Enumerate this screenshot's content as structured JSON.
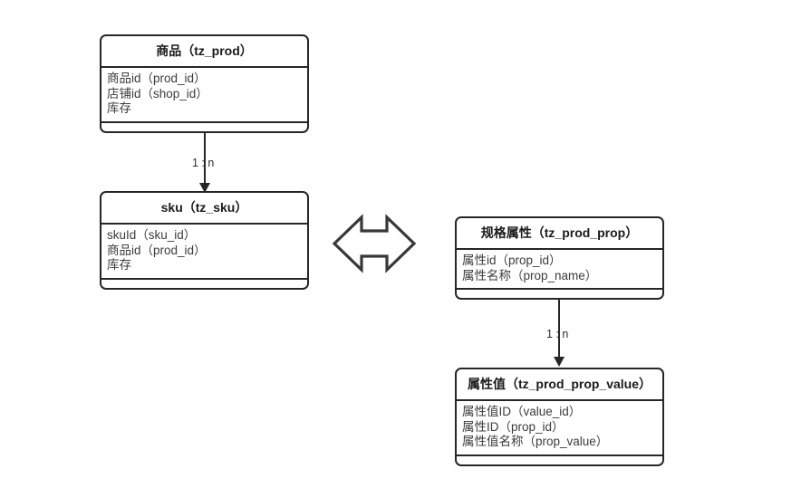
{
  "diagram": {
    "title_visible": false,
    "stroke_color": "#262626",
    "text_color": "#3c3c3c",
    "header_text_color": "#1a1a1a",
    "background": "#ffffff"
  },
  "entities": [
    {
      "key": "tz_prod",
      "header": "商品（tz_prod）",
      "attributes": [
        "商品id（prod_id）",
        "店铺id（shop_id）",
        "库存"
      ],
      "footer": ""
    },
    {
      "key": "tz_sku",
      "header": "sku（tz_sku）",
      "attributes": [
        "skuId（sku_id）",
        "商品id（prod_id）",
        "库存"
      ],
      "footer": ""
    },
    {
      "key": "tz_prod_prop",
      "header": "规格属性（tz_prod_prop）",
      "attributes": [
        "属性id（prop_id）",
        "属性名称（prop_name）"
      ],
      "footer": ""
    },
    {
      "key": "tz_prod_prop_value",
      "header": "属性值（tz_prod_prop_value）",
      "attributes": [
        "属性值ID（value_id）",
        "属性ID（prop_id）",
        "属性值名称（prop_value）"
      ],
      "footer": ""
    }
  ],
  "relations": [
    {
      "key": "prod-to-sku",
      "from": "tz_prod",
      "to": "tz_sku",
      "label": "1 : n"
    },
    {
      "key": "prop-to-prop-value",
      "from": "tz_prod_prop",
      "to": "tz_prod_prop_value",
      "label": "1 : n"
    }
  ],
  "symbols": [
    {
      "key": "bidirectional-arrow",
      "name": "double-headed-arrow",
      "label": ""
    }
  ]
}
